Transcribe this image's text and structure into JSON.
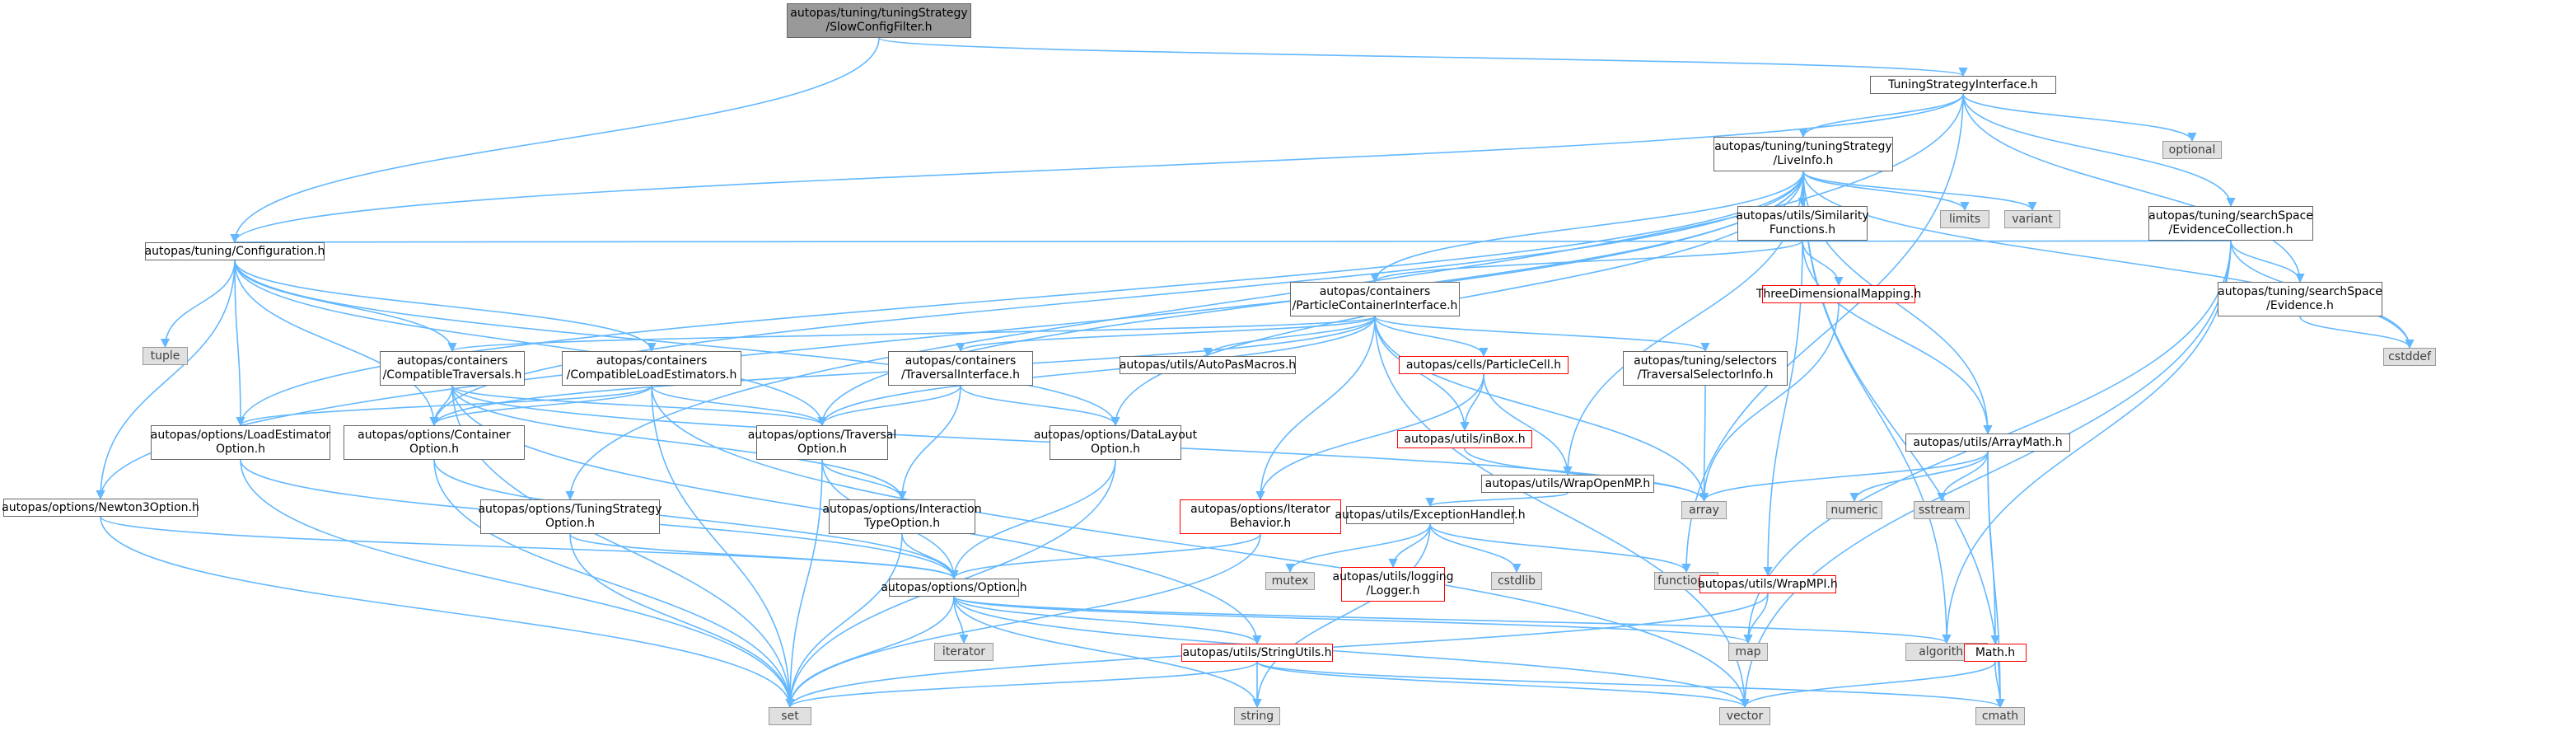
{
  "title": "autopas/tuning/tuningStrategy/SlowConfigFilter.h",
  "colors": {
    "edge": "#63b8ff",
    "node_border": "#666666",
    "system_fill": "#e0e0e0",
    "missing_border": "#ff0000",
    "root_fill": "#999999"
  },
  "nodes": [
    {
      "id": "root",
      "lines": [
        "autopas/tuning/tuningStrategy",
        "/SlowConfigFilter.h"
      ],
      "kind": "root"
    },
    {
      "id": "tsi",
      "lines": [
        "TuningStrategyInterface.h"
      ],
      "kind": "normal"
    },
    {
      "id": "optional",
      "lines": [
        "optional"
      ],
      "kind": "sys"
    },
    {
      "id": "liveinfo",
      "lines": [
        "autopas/tuning/tuningStrategy",
        "/LiveInfo.h"
      ],
      "kind": "normal"
    },
    {
      "id": "limits",
      "lines": [
        "limits"
      ],
      "kind": "sys"
    },
    {
      "id": "variant",
      "lines": [
        "variant"
      ],
      "kind": "sys"
    },
    {
      "id": "evcoll",
      "lines": [
        "autopas/tuning/searchSpace",
        "/EvidenceCollection.h"
      ],
      "kind": "normal"
    },
    {
      "id": "simfun",
      "lines": [
        "autopas/utils/Similarity",
        "Functions.h"
      ],
      "kind": "normal"
    },
    {
      "id": "evidence",
      "lines": [
        "autopas/tuning/searchSpace",
        "/Evidence.h"
      ],
      "kind": "normal"
    },
    {
      "id": "cstddef",
      "lines": [
        "cstddef"
      ],
      "kind": "sys"
    },
    {
      "id": "config",
      "lines": [
        "autopas/tuning/Configuration.h"
      ],
      "kind": "normal"
    },
    {
      "id": "pci",
      "lines": [
        "autopas/containers",
        "/ParticleContainerInterface.h"
      ],
      "kind": "normal"
    },
    {
      "id": "tdm",
      "lines": [
        "ThreeDimensionalMapping.h"
      ],
      "kind": "red"
    },
    {
      "id": "tuple",
      "lines": [
        "tuple"
      ],
      "kind": "sys"
    },
    {
      "id": "comptrav",
      "lines": [
        "autopas/containers",
        "/CompatibleTraversals.h"
      ],
      "kind": "normal"
    },
    {
      "id": "complest",
      "lines": [
        "autopas/containers",
        "/CompatibleLoadEstimators.h"
      ],
      "kind": "normal"
    },
    {
      "id": "travif",
      "lines": [
        "autopas/containers",
        "/TraversalInterface.h"
      ],
      "kind": "normal"
    },
    {
      "id": "macros",
      "lines": [
        "autopas/utils/AutoPasMacros.h"
      ],
      "kind": "normal"
    },
    {
      "id": "pcell",
      "lines": [
        "autopas/cells/ParticleCell.h"
      ],
      "kind": "red"
    },
    {
      "id": "tsel",
      "lines": [
        "autopas/tuning/selectors",
        "/TraversalSelectorInfo.h"
      ],
      "kind": "normal"
    },
    {
      "id": "loadest",
      "lines": [
        "autopas/options/LoadEstimator",
        "Option.h"
      ],
      "kind": "normal"
    },
    {
      "id": "contopt",
      "lines": [
        "autopas/options/Container",
        "Option.h"
      ],
      "kind": "normal"
    },
    {
      "id": "travopt",
      "lines": [
        "autopas/options/Traversal",
        "Option.h"
      ],
      "kind": "normal"
    },
    {
      "id": "dlopt",
      "lines": [
        "autopas/options/DataLayout",
        "Option.h"
      ],
      "kind": "normal"
    },
    {
      "id": "inbox",
      "lines": [
        "autopas/utils/inBox.h"
      ],
      "kind": "red"
    },
    {
      "id": "wrapomp",
      "lines": [
        "autopas/utils/WrapOpenMP.h"
      ],
      "kind": "normal"
    },
    {
      "id": "arrmath",
      "lines": [
        "autopas/utils/ArrayMath.h"
      ],
      "kind": "normal"
    },
    {
      "id": "array",
      "lines": [
        "array"
      ],
      "kind": "sys"
    },
    {
      "id": "numeric",
      "lines": [
        "numeric"
      ],
      "kind": "sys"
    },
    {
      "id": "sstream",
      "lines": [
        "sstream"
      ],
      "kind": "sys"
    },
    {
      "id": "n3opt",
      "lines": [
        "autopas/options/Newton3Option.h"
      ],
      "kind": "normal"
    },
    {
      "id": "tsopt",
      "lines": [
        "autopas/options/TuningStrategy",
        "Option.h"
      ],
      "kind": "normal"
    },
    {
      "id": "itopt",
      "lines": [
        "autopas/options/Interaction",
        "TypeOption.h"
      ],
      "kind": "normal"
    },
    {
      "id": "iterbeh",
      "lines": [
        "autopas/options/Iterator",
        "Behavior.h"
      ],
      "kind": "red"
    },
    {
      "id": "exch",
      "lines": [
        "autopas/utils/ExceptionHandler.h"
      ],
      "kind": "normal"
    },
    {
      "id": "mutex",
      "lines": [
        "mutex"
      ],
      "kind": "sys"
    },
    {
      "id": "logger",
      "lines": [
        "autopas/utils/logging",
        "/Logger.h"
      ],
      "kind": "red"
    },
    {
      "id": "cstdlib",
      "lines": [
        "cstdlib"
      ],
      "kind": "sys"
    },
    {
      "id": "functional",
      "lines": [
        "functional"
      ],
      "kind": "sys"
    },
    {
      "id": "wrapmpi",
      "lines": [
        "autopas/utils/WrapMPI.h"
      ],
      "kind": "red"
    },
    {
      "id": "option",
      "lines": [
        "autopas/options/Option.h"
      ],
      "kind": "normal"
    },
    {
      "id": "iterator",
      "lines": [
        "iterator"
      ],
      "kind": "sys"
    },
    {
      "id": "strutils",
      "lines": [
        "autopas/utils/StringUtils.h"
      ],
      "kind": "red"
    },
    {
      "id": "map",
      "lines": [
        "map"
      ],
      "kind": "sys"
    },
    {
      "id": "algorithm",
      "lines": [
        "algorithm"
      ],
      "kind": "sys"
    },
    {
      "id": "mathh",
      "lines": [
        "Math.h"
      ],
      "kind": "red"
    },
    {
      "id": "set",
      "lines": [
        "set"
      ],
      "kind": "sys"
    },
    {
      "id": "string",
      "lines": [
        "string"
      ],
      "kind": "sys"
    },
    {
      "id": "vector",
      "lines": [
        "vector"
      ],
      "kind": "sys"
    },
    {
      "id": "cmath",
      "lines": [
        "cmath"
      ],
      "kind": "sys"
    }
  ],
  "edges": [
    [
      "root",
      "tsi"
    ],
    [
      "root",
      "config"
    ],
    [
      "tsi",
      "optional"
    ],
    [
      "tsi",
      "liveinfo"
    ],
    [
      "tsi",
      "evcoll"
    ],
    [
      "tsi",
      "evidence"
    ],
    [
      "tsi",
      "config"
    ],
    [
      "tsi",
      "tsopt"
    ],
    [
      "tsi",
      "functional"
    ],
    [
      "liveinfo",
      "limits"
    ],
    [
      "liveinfo",
      "variant"
    ],
    [
      "liveinfo",
      "simfun"
    ],
    [
      "liveinfo",
      "pci"
    ],
    [
      "liveinfo",
      "arrmath"
    ],
    [
      "liveinfo",
      "algorithm"
    ],
    [
      "liveinfo",
      "cstddef"
    ],
    [
      "liveinfo",
      "cmath"
    ],
    [
      "liveinfo",
      "contopt"
    ],
    [
      "liveinfo",
      "travopt"
    ],
    [
      "liveinfo",
      "dlopt"
    ],
    [
      "liveinfo",
      "loadest"
    ],
    [
      "liveinfo",
      "n3opt"
    ],
    [
      "liveinfo",
      "wrapomp"
    ],
    [
      "evcoll",
      "evidence"
    ],
    [
      "evcoll",
      "cstddef"
    ],
    [
      "evcoll",
      "config"
    ],
    [
      "evcoll",
      "algorithm"
    ],
    [
      "evcoll",
      "vector"
    ],
    [
      "evcoll",
      "map"
    ],
    [
      "evidence",
      "cstddef"
    ],
    [
      "simfun",
      "tdm"
    ],
    [
      "simfun",
      "arrmath"
    ],
    [
      "simfun",
      "pci"
    ],
    [
      "simfun",
      "wrapmpi"
    ],
    [
      "tdm",
      "array"
    ],
    [
      "config",
      "tuple"
    ],
    [
      "config",
      "comptrav"
    ],
    [
      "config",
      "complest"
    ],
    [
      "config",
      "loadest"
    ],
    [
      "config",
      "contopt"
    ],
    [
      "config",
      "travopt"
    ],
    [
      "config",
      "dlopt"
    ],
    [
      "config",
      "n3opt"
    ],
    [
      "pci",
      "travif"
    ],
    [
      "pci",
      "macros"
    ],
    [
      "pci",
      "pcell"
    ],
    [
      "pci",
      "tsel"
    ],
    [
      "pci",
      "inbox"
    ],
    [
      "pci",
      "iterbeh"
    ],
    [
      "pci",
      "array"
    ],
    [
      "pci",
      "vector"
    ],
    [
      "pci",
      "contopt"
    ],
    [
      "pci",
      "travopt"
    ],
    [
      "pci",
      "comptrav"
    ],
    [
      "comptrav",
      "contopt"
    ],
    [
      "comptrav",
      "travopt"
    ],
    [
      "comptrav",
      "set"
    ],
    [
      "comptrav",
      "itopt"
    ],
    [
      "comptrav",
      "strutils"
    ],
    [
      "comptrav",
      "array"
    ],
    [
      "complest",
      "loadest"
    ],
    [
      "complest",
      "contopt"
    ],
    [
      "complest",
      "travopt"
    ],
    [
      "complest",
      "set"
    ],
    [
      "complest",
      "vector"
    ],
    [
      "travif",
      "travopt"
    ],
    [
      "travif",
      "dlopt"
    ],
    [
      "travif",
      "itopt"
    ],
    [
      "pcell",
      "inbox"
    ],
    [
      "pcell",
      "wrapomp"
    ],
    [
      "pcell",
      "iterbeh"
    ],
    [
      "tsel",
      "array"
    ],
    [
      "inbox",
      "array"
    ],
    [
      "wrapomp",
      "exch"
    ],
    [
      "arrmath",
      "array"
    ],
    [
      "arrmath",
      "numeric"
    ],
    [
      "arrmath",
      "sstream"
    ],
    [
      "arrmath",
      "mathh"
    ],
    [
      "arrmath",
      "cmath"
    ],
    [
      "loadest",
      "option"
    ],
    [
      "loadest",
      "set"
    ],
    [
      "contopt",
      "option"
    ],
    [
      "contopt",
      "set"
    ],
    [
      "travopt",
      "option"
    ],
    [
      "travopt",
      "set"
    ],
    [
      "travopt",
      "itopt"
    ],
    [
      "dlopt",
      "option"
    ],
    [
      "dlopt",
      "set"
    ],
    [
      "n3opt",
      "option"
    ],
    [
      "n3opt",
      "set"
    ],
    [
      "tsopt",
      "option"
    ],
    [
      "tsopt",
      "set"
    ],
    [
      "itopt",
      "option"
    ],
    [
      "itopt",
      "set"
    ],
    [
      "iterbeh",
      "option"
    ],
    [
      "iterbeh",
      "set"
    ],
    [
      "exch",
      "mutex"
    ],
    [
      "exch",
      "logger"
    ],
    [
      "exch",
      "cstdlib"
    ],
    [
      "exch",
      "functional"
    ],
    [
      "exch",
      "string"
    ],
    [
      "wrapmpi",
      "map"
    ],
    [
      "wrapmpi",
      "set"
    ],
    [
      "option",
      "iterator"
    ],
    [
      "option",
      "strutils"
    ],
    [
      "option",
      "map"
    ],
    [
      "option",
      "algorithm"
    ],
    [
      "option",
      "set"
    ],
    [
      "option",
      "string"
    ],
    [
      "option",
      "vector"
    ],
    [
      "strutils",
      "set"
    ],
    [
      "strutils",
      "string"
    ],
    [
      "strutils",
      "vector"
    ],
    [
      "strutils",
      "cmath"
    ],
    [
      "mathh",
      "cmath"
    ],
    [
      "mathh",
      "vector"
    ]
  ]
}
